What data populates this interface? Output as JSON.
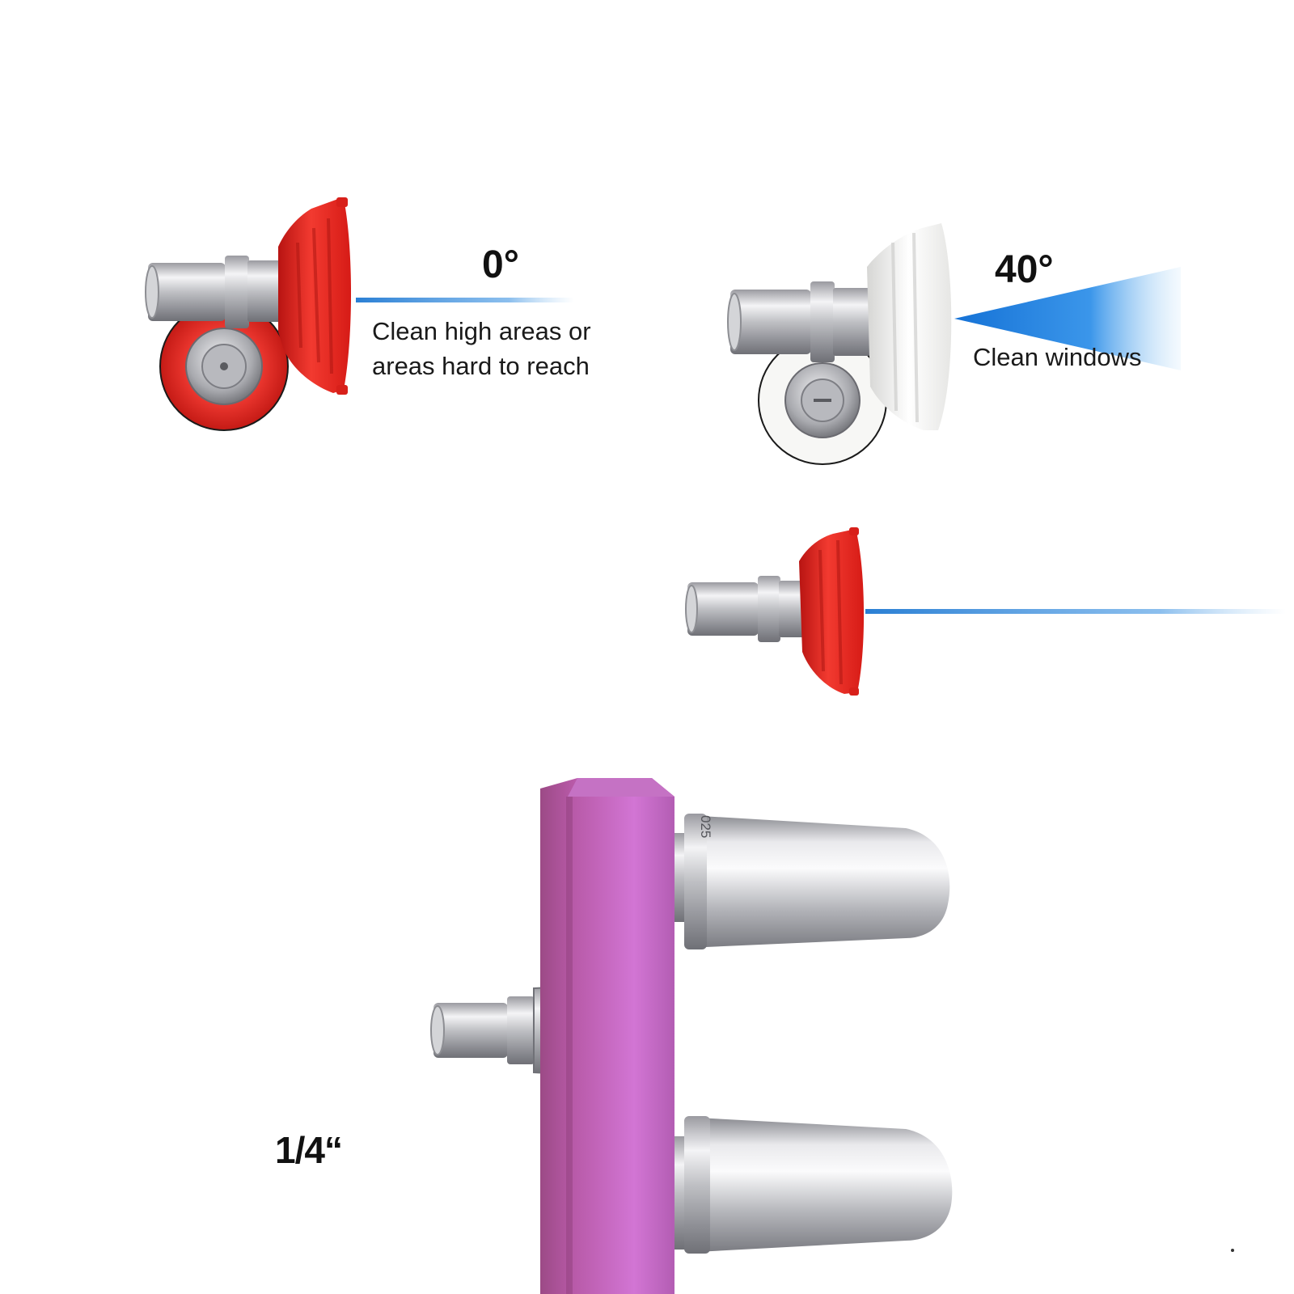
{
  "nozzle_zero": {
    "angle_label": "0°",
    "description": "Clean high areas or areas hard to reach",
    "tip_color": "#e8231f",
    "spray_color": "#2a7fd4"
  },
  "nozzle_forty": {
    "angle_label": "40°",
    "description": "Clean windows",
    "tip_color": "#f4f4f2",
    "spray_color": "#1f86e0"
  },
  "nozzle_zero_side": {
    "tip_color": "#e8231f",
    "spray_color": "#2a7fd4"
  },
  "rotary_nozzle": {
    "size_label": "1/4“",
    "engraving": "025",
    "body_color": "#c469c7",
    "metal_color": "#c9c9cc"
  }
}
